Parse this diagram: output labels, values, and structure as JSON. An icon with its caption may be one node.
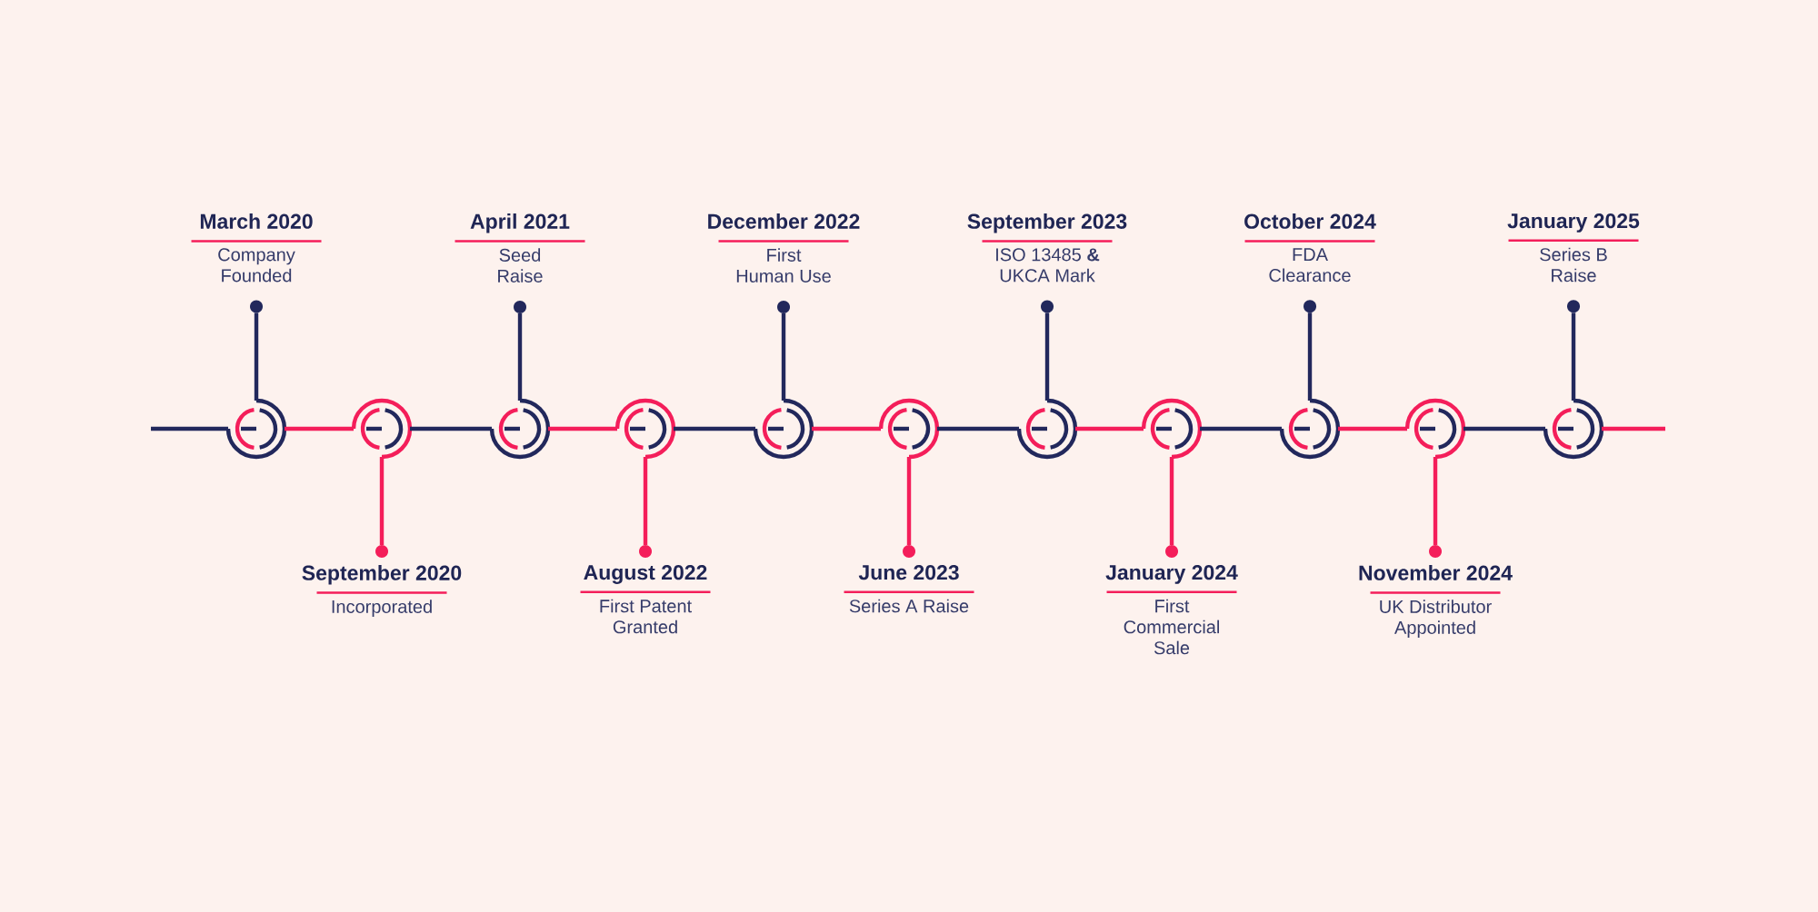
{
  "diagram": {
    "nodes": [
      {
        "text": [
          "March 2020",
          "Company Founded"
        ]
      },
      {
        "text": [
          "September 2020",
          "Incorporated"
        ]
      },
      {
        "text": [
          "April 2021",
          "Seed Raise"
        ]
      },
      {
        "text": [
          "August 2022",
          "First Patent Granted"
        ]
      },
      {
        "text": [
          "December 2022",
          "First Human Use"
        ]
      },
      {
        "text": [
          "June 2023",
          "Series A Raise"
        ]
      },
      {
        "text": [
          "September 2023",
          "ISO 13485 **&** UKCA Mark"
        ]
      },
      {
        "text": [
          "January 2024",
          "First Commercial Sale"
        ]
      },
      {
        "text": [
          "October 2024",
          "FDA Clearance"
        ]
      },
      {
        "text": [
          "November 2024",
          "UK Distributor Appointed"
        ]
      },
      {
        "text": [
          "January 2025",
          "Series B Raise"
        ]
      },
      {
        "text": [],
        "shape": "circle"
      },
      {
        "text": [],
        "shape": "circle"
      },
      {
        "text": [],
        "shape": "circle"
      },
      {
        "text": [],
        "shape": "circle"
      },
      {
        "text": [],
        "shape": "circle"
      },
      {
        "text": [],
        "shape": "circle"
      },
      {
        "text": [],
        "shape": "circle"
      },
      {
        "text": [],
        "shape": "circle"
      },
      {
        "text": [],
        "shape": "circle"
      },
      {
        "text": [],
        "shape": "circle"
      },
      {
        "text": [],
        "shape": "circle"
      }
    ],
    "edges": [
      {
        "from": null,
        "to": 11,
        "arrow": "none"
      },
      {
        "from": 11,
        "to": 12,
        "arrow": "none",
        "color": "#f41e5a"
      },
      {
        "from": 12,
        "to": 13,
        "arrow": "none"
      },
      {
        "from": 13,
        "to": 14,
        "arrow": "none",
        "color": "#f41e5a"
      },
      {
        "from": 14,
        "to": 15,
        "arrow": "none"
      },
      {
        "from": 15,
        "to": 16,
        "arrow": "none",
        "color": "#f41e5a"
      },
      {
        "from": 16,
        "to": 17,
        "arrow": "none"
      },
      {
        "from": 17,
        "to": 18,
        "arrow": "none",
        "color": "#f41e5a"
      },
      {
        "from": 18,
        "to": 19,
        "arrow": "none"
      },
      {
        "from": 19,
        "to": 20,
        "arrow": "none",
        "color": "#f41e5a"
      },
      {
        "from": 20,
        "to": 21,
        "arrow": "none"
      },
      {
        "from": 21,
        "to": null,
        "arrow": "none",
        "color": "#f41e5a"
      },
      {
        "from": 11,
        "to": 0,
        "arrow": "other"
      },
      {
        "from": 12,
        "to": 1,
        "arrow": "other",
        "color": "#f41e5a"
      },
      {
        "from": 13,
        "to": 2,
        "arrow": "other"
      },
      {
        "from": 14,
        "to": 3,
        "arrow": "other",
        "color": "#f41e5a"
      },
      {
        "from": 15,
        "to": 4,
        "arrow": "other"
      },
      {
        "from": 16,
        "to": 5,
        "arrow": "other",
        "color": "#f41e5a"
      },
      {
        "from": 17,
        "to": 6,
        "arrow": "other"
      },
      {
        "from": 18,
        "to": 7,
        "arrow": "other",
        "color": "#f41e5a"
      },
      {
        "from": 19,
        "to": 8,
        "arrow": "other"
      },
      {
        "from": 20,
        "to": 9,
        "arrow": "other",
        "color": "#f41e5a"
      },
      {
        "from": 21,
        "to": 10,
        "arrow": "other"
      }
    ]
  }
}
